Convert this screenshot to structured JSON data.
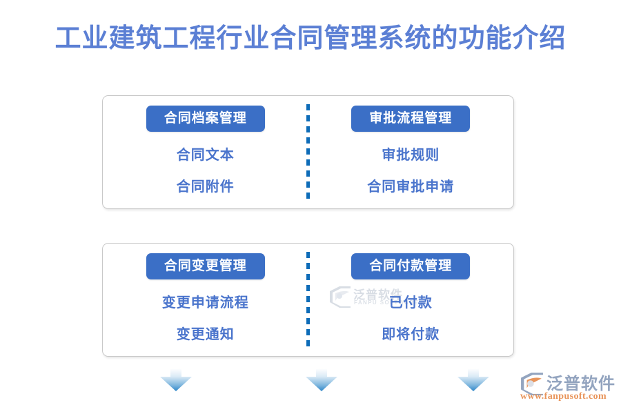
{
  "page": {
    "title": "工业建筑工程行业合同管理系统的功能介绍",
    "background_color": "#ffffff",
    "title_color": "#5B7FD4"
  },
  "theme": {
    "pill_bg": "#3B6FC6",
    "pill_text": "#ffffff",
    "sub_item_color": "#4A74CC",
    "divider_color": "#0D6CB8",
    "card_border": "#c9c9c9",
    "arrow_gradient_from": "#ffffff",
    "arrow_gradient_to": "#2E86C8",
    "brand_url_color": "#e8945a",
    "brand_name_color": "#93a4bf"
  },
  "cards": [
    {
      "id": "card-1",
      "columns": [
        {
          "header": "合同档案管理",
          "items": [
            "合同文本",
            "合同附件"
          ]
        },
        {
          "header": "审批流程管理",
          "items": [
            "审批规则",
            "合同审批申请"
          ]
        }
      ]
    },
    {
      "id": "card-2",
      "columns": [
        {
          "header": "合同变更管理",
          "items": [
            "变更申请流程",
            "变更通知"
          ]
        },
        {
          "header": "合同付款管理",
          "items": [
            "已付款",
            "即将付款"
          ]
        }
      ]
    }
  ],
  "watermark": {
    "name": "泛普软件",
    "sub": "FANPU SOFTWARE"
  },
  "brand": {
    "name": "泛普软件",
    "url": "www.fanpusoft.com"
  },
  "arrows": {
    "count": 3,
    "direction": "down"
  }
}
